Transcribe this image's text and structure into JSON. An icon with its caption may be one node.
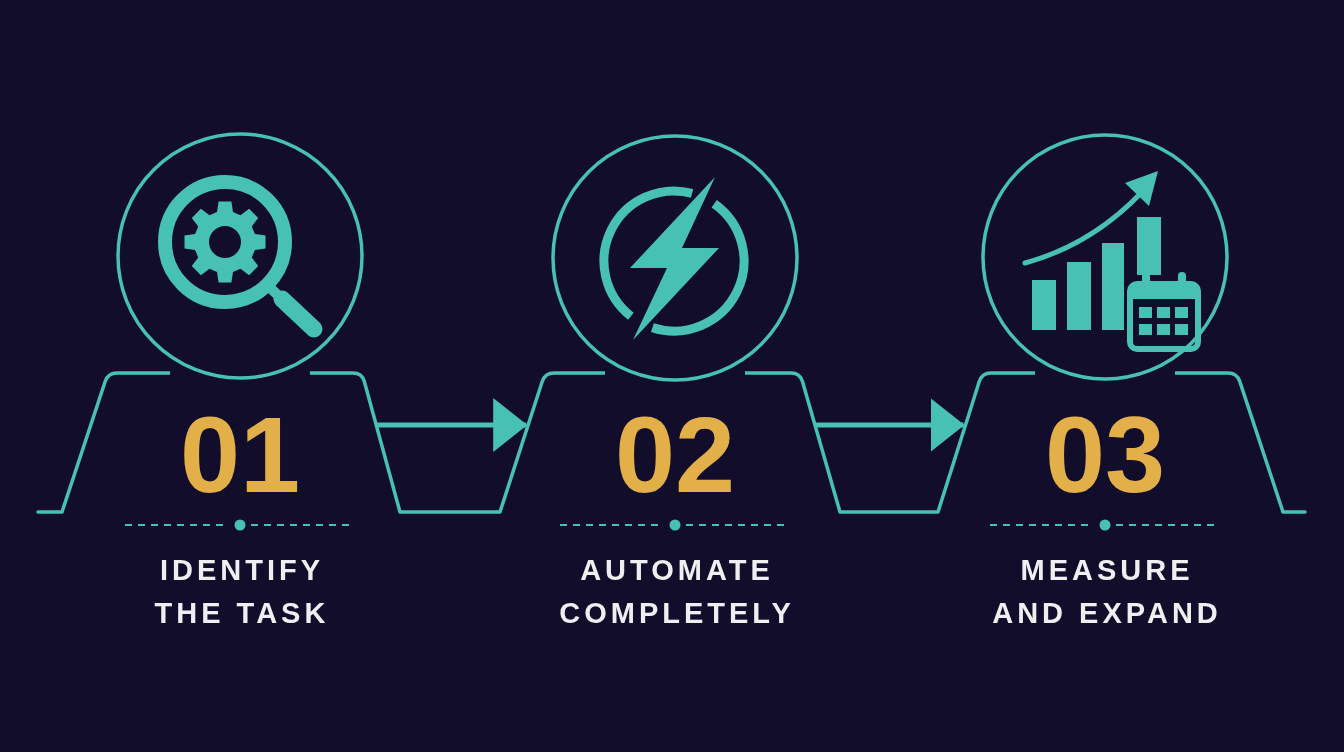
{
  "diagram": {
    "nodes": [
      {
        "text": [
          "01",
          "IDENTIFY THE TASK"
        ]
      },
      {
        "text": [
          "02",
          "AUTOMATE COMPLETELY"
        ]
      },
      {
        "text": [
          "03",
          "MEASURE AND EXPAND"
        ]
      }
    ],
    "edges": [
      {
        "from": 0,
        "to": 1,
        "arrow": "to"
      },
      {
        "from": 1,
        "to": 2,
        "arrow": "to"
      }
    ]
  }
}
